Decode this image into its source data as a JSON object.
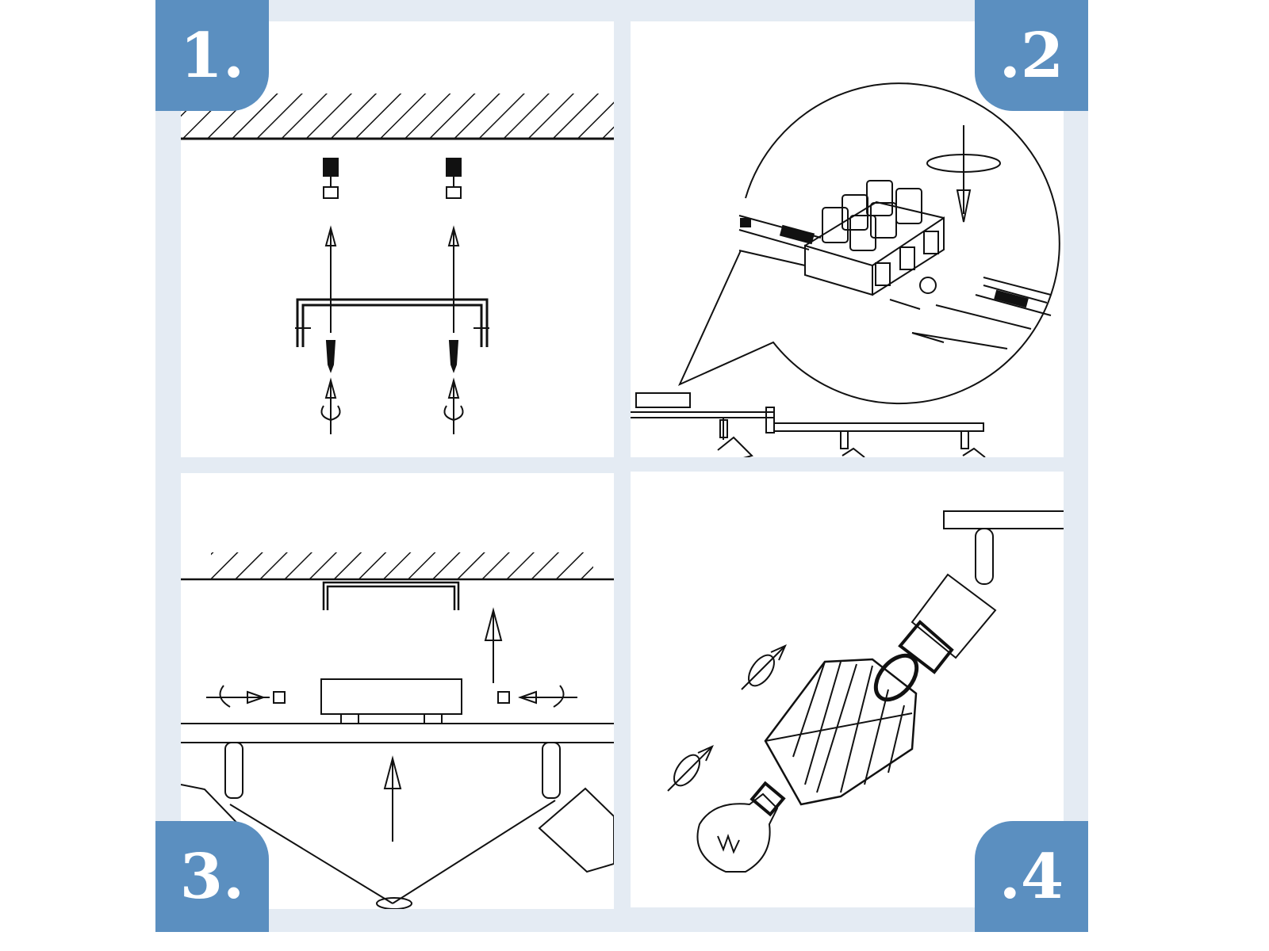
{
  "steps": [
    {
      "number": "1.",
      "title": "mount-bracket"
    },
    {
      "number": ".2",
      "title": "connect-wires"
    },
    {
      "number": "3.",
      "title": "attach-fixture"
    },
    {
      "number": ".4",
      "title": "install-shade-and-bulb"
    }
  ],
  "colors": {
    "badge": "#5b8fc0",
    "frame": "#e4ebf3",
    "line": "#111111"
  }
}
